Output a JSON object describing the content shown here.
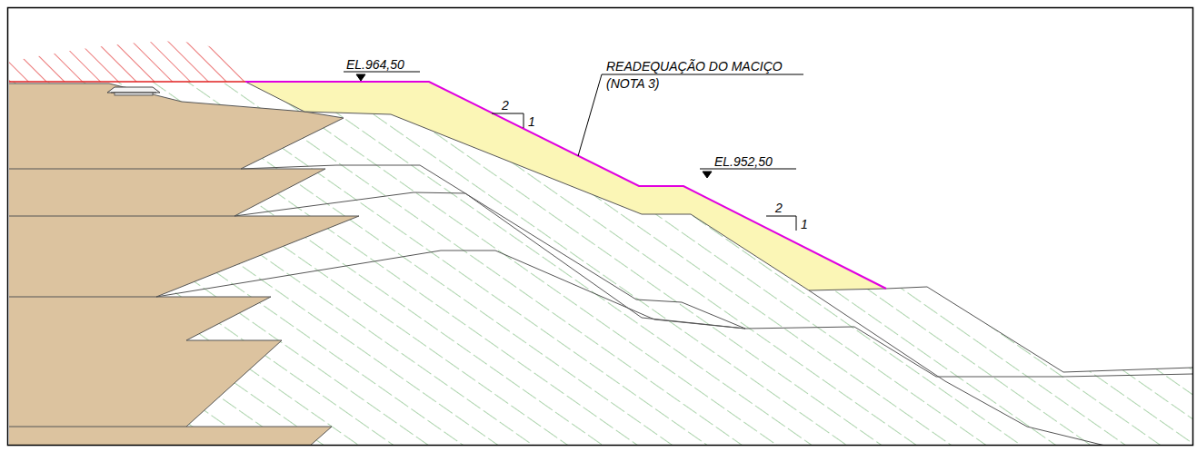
{
  "diagram": {
    "labels": [
      "EL.964,50",
      "2",
      "1",
      "READEQUAÇÃO DO MACIÇO",
      "(NOTA 3)",
      "EL.952,50",
      "2",
      "1"
    ]
  }
}
